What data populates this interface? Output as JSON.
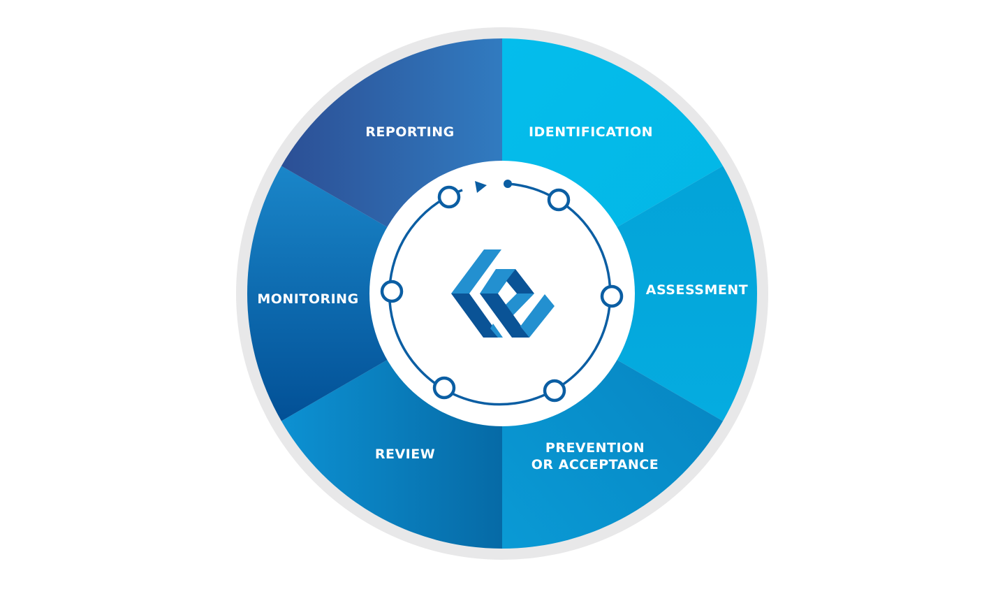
{
  "diagram": {
    "title": "Risk management cycle",
    "segments": [
      {
        "label": "IDENTIFICATION"
      },
      {
        "label": "ASSESSMENT"
      },
      {
        "label_line1": "PREVENTION",
        "label_line2": "OR ACCEPTANCE"
      },
      {
        "label": "REVIEW"
      },
      {
        "label": "MONITORING"
      },
      {
        "label": "REPORTING"
      }
    ],
    "colors": {
      "ring": "#e8e8e9",
      "identification": "#03bbea",
      "assessment": "#04a6da",
      "prevention": "#068ac5",
      "review": "#0a7fbf",
      "monitoring": "#0a62a6",
      "reporting": "#2f62a9",
      "cycle_line": "#0b5ea3",
      "logo_light": "#2390d0",
      "logo_dark": "#0a5396"
    }
  }
}
